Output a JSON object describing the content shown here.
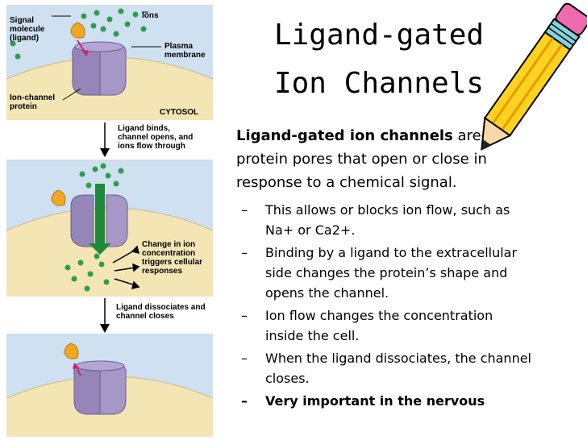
{
  "slide": {
    "title_line1": "Ligand-gated",
    "title_line2": "Ion Channels",
    "intro_bold": "Ligand-gated ion channels",
    "intro_rest": " are protein pores that open or close in response to a chemical signal.",
    "bullets": [
      {
        "dash": "–",
        "text": "This allows or blocks ion flow, such as Na+ or Ca2+."
      },
      {
        "dash": "–",
        "text": "Binding by a ligand to the extracellular side changes the protein’s shape and opens the channel."
      },
      {
        "dash": "–",
        "text": "Ion flow changes the concentration inside the cell."
      },
      {
        "dash": "–",
        "text": "When the ligand dissociates, the channel closes."
      },
      {
        "dash": "–",
        "text": "Very important in the nervous"
      }
    ]
  },
  "diagram": {
    "labels": {
      "signal_molecule": "Signal\nmolecule\n(ligand)",
      "ions": "Ions",
      "plasma_membrane": "Plasma\nmembrane",
      "ion_channel_protein": "Ion-channel\nprotein",
      "cytosol": "CYTOSOL",
      "step1": "Ligand binds,\nchannel opens, and\nions flow through",
      "change_in_ion": "Change in ion\nconcentration\ntriggers cellular\nresponses",
      "step2": "Ligand dissociates and\nchannel closes"
    },
    "colors": {
      "extracellular": "#cfe0f0",
      "membrane": "#f3e6b4",
      "protein": "#9585b8",
      "ligand": "#f2a623",
      "ion": "#2e9d4e",
      "flow_arrow": "#1f8a3c",
      "pointer": "#d21e6e"
    }
  },
  "pencil_icon": "pencil-icon"
}
